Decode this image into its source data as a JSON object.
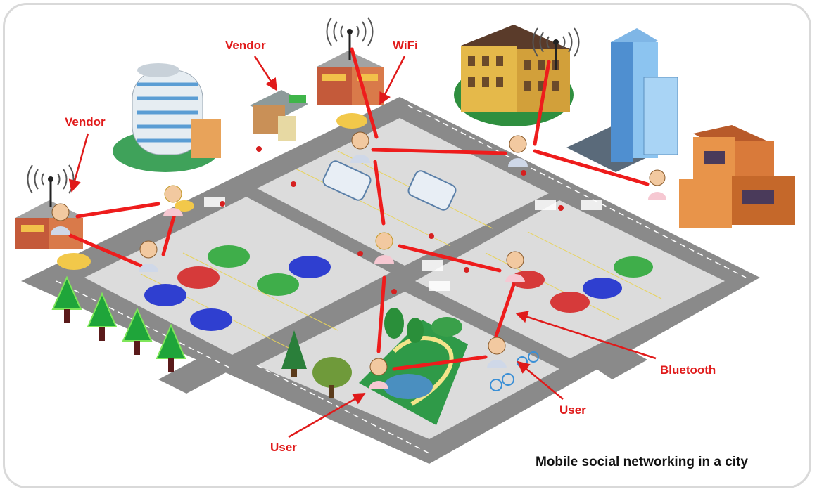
{
  "colors": {
    "link": "#ee1c1c",
    "label": "#e01a1a",
    "road": "#7f7f7f",
    "block": "#dcdcdc",
    "park": "#2f9a48",
    "pond": "#4a8fc0",
    "tree": "#1f8f2f",
    "frame": "#d9d9d9"
  },
  "labels": {
    "vendor_top": "Vendor",
    "wifi": "WiFi",
    "vendor_left": "Vendor",
    "bluetooth": "Bluetooth",
    "user_right": "User",
    "user_left": "User"
  },
  "caption": "Mobile social networking in a city",
  "icons": {
    "antenna": "antenna-icon",
    "user": "user-avatar-icon",
    "car": "car-icon",
    "bus": "bus-icon",
    "tree": "tree-icon",
    "building": "building-icon",
    "bicycle": "bicycle-icon"
  }
}
